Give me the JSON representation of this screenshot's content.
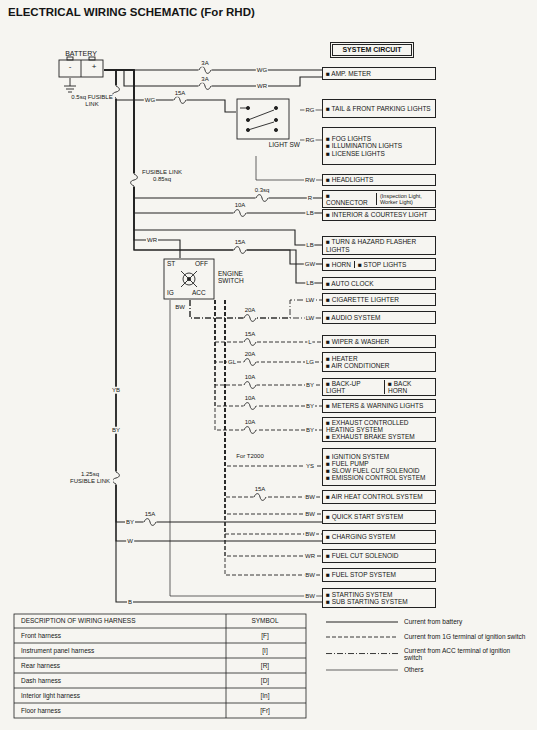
{
  "diagram": {
    "title": "ELECTRICAL WIRING SCHEMATIC (For RHD)",
    "nodes": [
      {
        "text": [
          "SYSTEM CIRCUIT"
        ]
      },
      {
        "text": [
          "■ AMP. METER"
        ]
      },
      {
        "text": [
          "■ TAIL & FRONT PARKING LIGHTS"
        ]
      },
      {
        "text": [
          "■ FOG LIGHTS",
          "■ ILLUMINATION LIGHTS",
          "■ LICENSE LIGHTS"
        ]
      },
      {
        "text": [
          "■ HEADLIGHTS"
        ]
      },
      {
        "text": [
          "■ CONNECTOR",
          "(Inspection Light, Worker Light)"
        ]
      },
      {
        "text": [
          "■ INTERIOR & COURTESY LIGHT"
        ]
      },
      {
        "text": [
          "■ TURN & HAZARD FLASHER LIGHTS"
        ]
      },
      {
        "text": [
          "■ HORN",
          "■ STOP LIGHTS"
        ]
      },
      {
        "text": [
          "■ AUTO CLOCK"
        ]
      },
      {
        "text": [
          "■ CIGARETTE LIGHTER"
        ]
      },
      {
        "text": [
          "■ AUDIO SYSTEM"
        ]
      },
      {
        "text": [
          "■ WIPER & WASHER"
        ]
      },
      {
        "text": [
          "■ HEATER",
          "■ AIR CONDITIONER"
        ]
      },
      {
        "text": [
          "■ BACK-UP LIGHT",
          "■ BACK HORN"
        ]
      },
      {
        "text": [
          "■ METERS & WARNING LIGHTS"
        ]
      },
      {
        "text": [
          "■ EXHAUST CONTROLLED HEATING SYSTEM",
          "■ EXHAUST BRAKE SYSTEM"
        ]
      },
      {
        "text": [
          "■ IGNITION SYSTEM",
          "■ FUEL PUMP",
          "■ SLOW FUEL CUT SOLENOID",
          "■ EMISSION CONTROL SYSTEM"
        ]
      },
      {
        "text": [
          "■ AIR HEAT CONTROL SYSTEM"
        ]
      },
      {
        "text": [
          "■ QUICK START SYSTEM"
        ]
      },
      {
        "text": [
          "■ CHARGING SYSTEM"
        ]
      },
      {
        "text": [
          "■ FUEL CUT SOLENOID"
        ]
      },
      {
        "text": [
          "■ FUEL STOP SYSTEM"
        ]
      },
      {
        "text": [
          "■ STARTING SYSTEM",
          "■ SUB STARTING SYSTEM"
        ]
      },
      {
        "text": [
          "BATTERY",
          "-",
          "+"
        ]
      },
      {
        "text": [
          "LIGHT SW"
        ]
      },
      {
        "text": [
          "ST",
          "IG",
          "ACC",
          "OFF",
          "ENGINE SWITCH"
        ]
      }
    ],
    "edges": [
      {
        "from": 24,
        "to": 1,
        "label": "WG",
        "arrow": "none"
      },
      {
        "from": 24,
        "to": 1,
        "label": "WR",
        "arrow": "none"
      },
      {
        "from": 24,
        "to": 25,
        "label": "WG",
        "arrow": "none"
      },
      {
        "from": 25,
        "to": 2,
        "label": "RG",
        "arrow": "none"
      },
      {
        "from": 25,
        "to": 3,
        "label": "RG",
        "arrow": "none"
      },
      {
        "from": 25,
        "to": 4,
        "label": "RW",
        "arrow": "none"
      },
      {
        "from": 24,
        "to": 5,
        "label": "R",
        "arrow": "none"
      },
      {
        "from": 24,
        "to": 6,
        "label": "LB",
        "arrow": "none"
      },
      {
        "from": 24,
        "to": 7,
        "label": "LB",
        "arrow": "none"
      },
      {
        "from": 24,
        "to": 8,
        "label": "GW",
        "arrow": "none"
      },
      {
        "from": 24,
        "to": 26,
        "label": "WR",
        "arrow": "none"
      },
      {
        "from": 24,
        "to": 9,
        "label": "LB",
        "arrow": "none"
      },
      {
        "from": 26,
        "to": 10,
        "label": "LW",
        "arrow": "none"
      },
      {
        "from": 26,
        "to": 11,
        "label": "LW",
        "arrow": "none"
      },
      {
        "from": 26,
        "to": 12,
        "label": "L",
        "arrow": "none"
      },
      {
        "from": 26,
        "to": 13,
        "label": "LG",
        "arrow": "none"
      },
      {
        "from": 26,
        "to": 14,
        "label": "BY",
        "arrow": "none"
      },
      {
        "from": 26,
        "to": 15,
        "label": "BY",
        "arrow": "none"
      },
      {
        "from": 26,
        "to": 16,
        "label": "BY",
        "arrow": "none"
      },
      {
        "from": 26,
        "to": 17,
        "label": "YS",
        "arrow": "none"
      },
      {
        "from": 26,
        "to": 18,
        "label": "BW",
        "arrow": "none"
      },
      {
        "from": 26,
        "to": 19,
        "label": "BW",
        "arrow": "none"
      },
      {
        "from": 26,
        "to": 20,
        "label": "BW",
        "arrow": "none"
      },
      {
        "from": 26,
        "to": 21,
        "label": "WR",
        "arrow": "none"
      },
      {
        "from": 26,
        "to": 22,
        "label": "BW",
        "arrow": "none"
      },
      {
        "from": 26,
        "to": 23,
        "label": "BW",
        "arrow": "none"
      },
      {
        "from": 24,
        "to": 19,
        "label": "BY",
        "arrow": "none"
      },
      {
        "from": 24,
        "to": 23,
        "label": "B",
        "arrow": "none"
      },
      {
        "from": 24,
        "to": 20,
        "label": "W",
        "arrow": "none"
      }
    ],
    "labels": [
      "3A",
      "3A",
      "0.5sq FUSIBLE LINK",
      "15A",
      "0.3sq",
      "10A",
      "FUSIBLE LINK 0.85sq",
      "15A",
      "20A",
      "BW",
      "15A",
      "20A",
      "GL",
      "10A",
      "10A",
      "10A",
      "YB",
      "For T2000",
      "15A",
      "15A",
      "1.25sq FUSIBLE LINK",
      "BY",
      "DESCRIPTION OF WIRING HARNESS",
      "SYMBOL",
      "Front harness",
      "[F]",
      "Instrument panel harness",
      "[I]",
      "Rear harness",
      "[R]",
      "Dash harness",
      "[D]",
      "Interior light harness",
      "[In]",
      "Floor harness",
      "[Fr]"
    ],
    "legend": [
      {
        "text": "Current from battery"
      },
      {
        "text": "Current from 1G terminal of ignition switch"
      },
      {
        "text": "Current from ACC terminal of ignition switch"
      },
      {
        "text": "Others"
      }
    ]
  }
}
